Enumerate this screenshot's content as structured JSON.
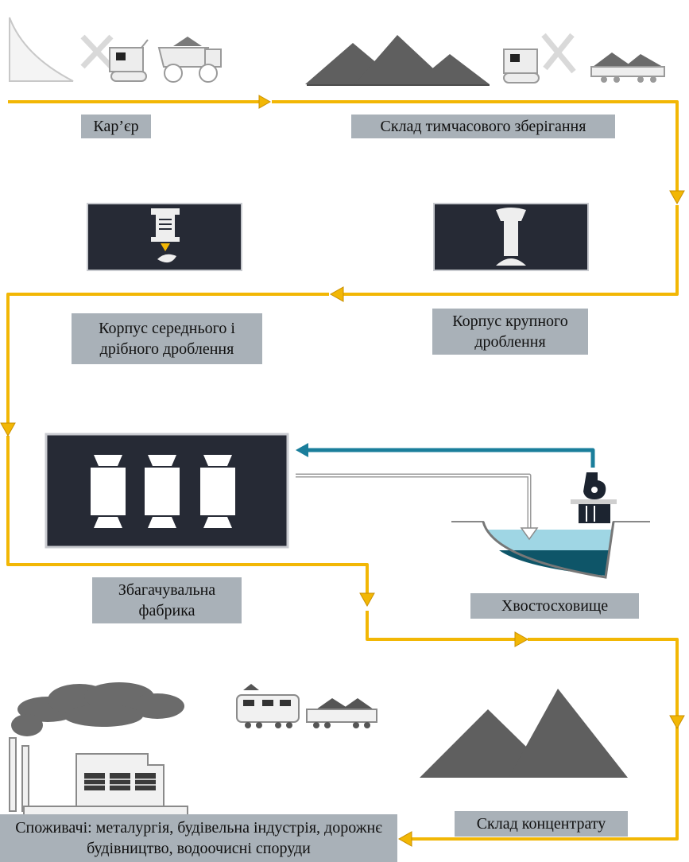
{
  "colors": {
    "flow_arrow": "#f2b705",
    "return_arrow": "#1a7e9b",
    "dark_panel": "#262a35",
    "label_bg": "#a9b1b8",
    "stockpile": "#5f5f5f",
    "water_light": "#9fd6e4",
    "water_dark": "#0e5568"
  },
  "stages": {
    "quarry": "Кар’єр",
    "temporary_storage": "Склад тимчасового зберігання",
    "coarse_crushing": "Корпус крупного дроблення",
    "medium_fine_crushing": "Корпус середнього і дрібного дроблення",
    "enrichment_plant": "Збагачувальна фабрика",
    "tailings": "Хвостосховище",
    "concentrate_storage": "Склад концентрату",
    "consumers": "Споживачі: металургія, будівельна індустрія, дорожнє будівництво, водоочисні споруди"
  },
  "icons": {
    "quarry": [
      "quarry-slope-icon",
      "excavator-icon",
      "dump-truck-icon"
    ],
    "temporary_storage": [
      "stockpile-icon",
      "excavator-icon",
      "rail-wagon-icon"
    ],
    "coarse_crushing": "gyratory-crusher-icon",
    "medium_fine_crushing": "cone-crusher-icon",
    "enrichment_plant": "separator-icon",
    "tailings": "tailings-pond-icon",
    "concentrate_storage": "stockpile-icon",
    "consumers": [
      "factory-icon",
      "train-icon"
    ]
  }
}
